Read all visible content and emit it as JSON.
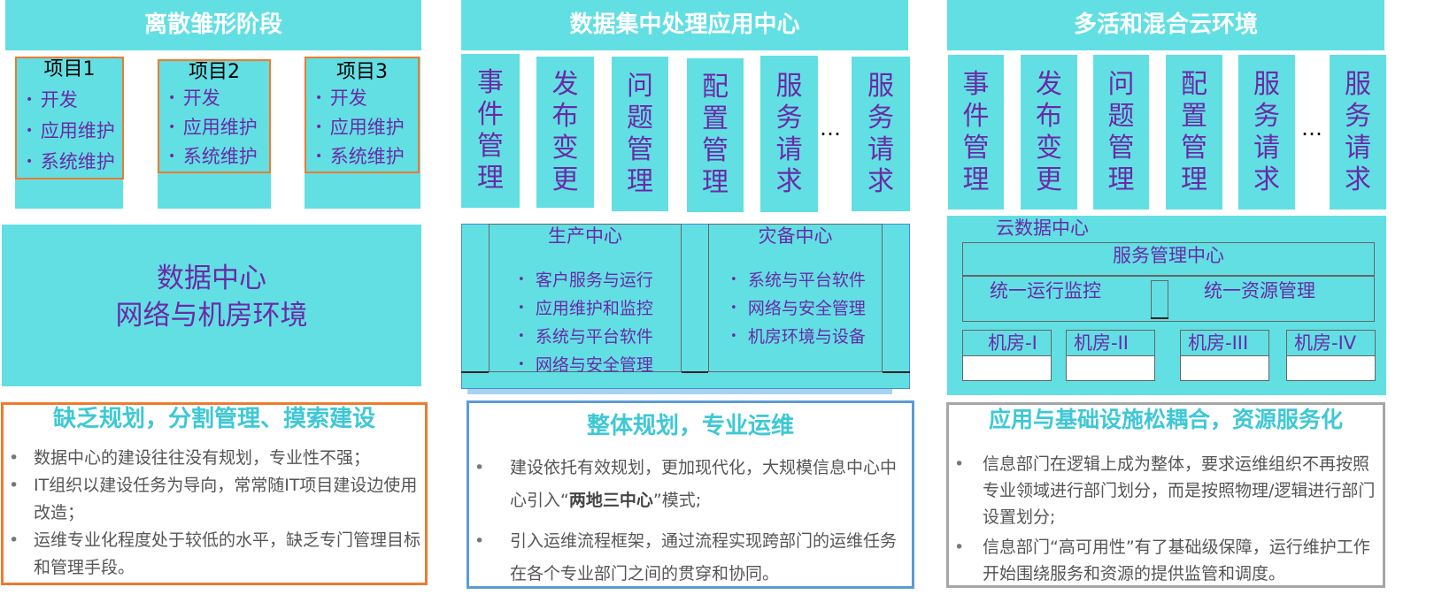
{
  "columns": {
    "left": {
      "header": "离散雏形阶段",
      "projects": [
        {
          "title": "项目1",
          "items": [
            "开发",
            "应用维护",
            "系统维护"
          ]
        },
        {
          "title": "项目2",
          "items": [
            "开发",
            "应用维护",
            "系统维护"
          ]
        },
        {
          "title": "项目3",
          "items": [
            "开发",
            "应用维护",
            "系统维护"
          ]
        }
      ],
      "env_line1": "数据中心",
      "env_line2": "网络与机房环境",
      "summary_title": "缺乏规划，分割管理、摸索建设",
      "summary_items": [
        "数据中心的建设往往没有规划，专业性不强；",
        "IT组织以建设任务为导向，常常随IT项目建设边使用改造；",
        "运维专业化程度处于较低的水平，缺乏专门管理目标和管理手段。"
      ]
    },
    "middle": {
      "header": "数据集中处理应用中心",
      "processes": [
        "事件管理",
        "发布变更",
        "问题管理",
        "配置管理",
        "服务请求",
        "服务请求"
      ],
      "ellipsis": "…",
      "production_title": "生产中心",
      "production_items": [
        "客户服务与运行",
        "应用维护和监控",
        "系统与平台软件",
        "网络与安全管理"
      ],
      "dr_title": "灾备中心",
      "dr_items": [
        "系统与平台软件",
        "网络与安全管理",
        "机房环境与设备"
      ],
      "summary_title": "整体规划，专业运维",
      "summary_item1_pre": "建设依托有效规划，更加现代化，大规模信息中心中心引入“",
      "summary_item1_bold": "两地三中心",
      "summary_item1_post": "”模式;",
      "summary_item2": "引入运维流程框架，通过流程实现跨部门的运维任务在各个专业部门之间的贯穿和协同。"
    },
    "right": {
      "header": "多活和混合云环境",
      "processes": [
        "事件管理",
        "发布变更",
        "问题管理",
        "配置管理",
        "服务请求",
        "服务请求"
      ],
      "ellipsis": "…",
      "cloud_title": "云数据中心",
      "service_center": "服务管理中心",
      "monitor": "统一运行监控",
      "resource": "统一资源管理",
      "rooms": [
        "机房-I",
        "机房-II",
        "机房-III",
        "机房-IV"
      ],
      "summary_title": "应用与基础设施松耦合，资源服务化",
      "summary_items": [
        "信息部门在逻辑上成为整体，要求运维组织不再按照专业领域进行部门划分，而是按照物理/逻辑进行部门设置划分;",
        "信息部门“高可用性”有了基础级保障，运行维护工作开始围绕服务和资源的提供监管和调度。"
      ]
    }
  }
}
